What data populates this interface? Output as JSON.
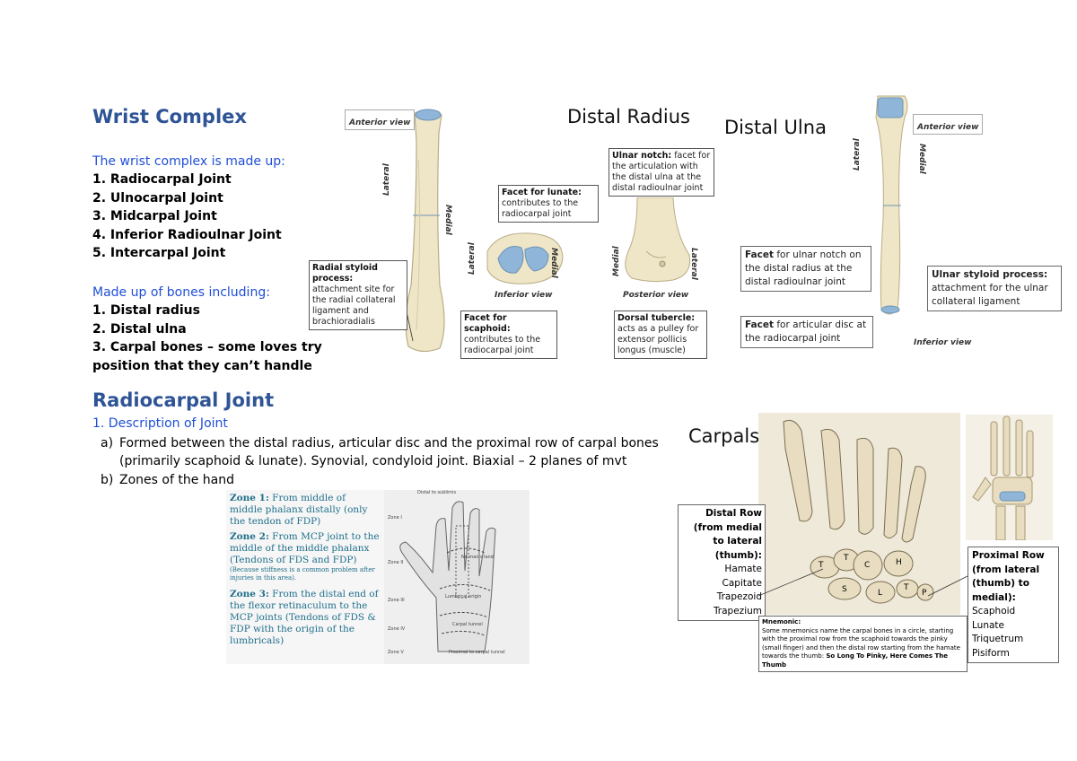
{
  "left": {
    "title": "Wrist Complex",
    "made_up_heading": "The wrist complex is made up:",
    "joints": [
      "1. Radiocarpal Joint",
      "2. Ulnocarpal Joint",
      "3. Midcarpal Joint",
      "4. Inferior Radioulnar Joint",
      "5. Intercarpal Joint"
    ],
    "bones_heading": "Made up of bones including:",
    "bones": [
      "1. Distal radius",
      "2. Distal ulna",
      "3. Carpal bones – some loves try",
      "position that they can’t handle"
    ]
  },
  "radius_fig": {
    "anterior_view": "Anterior view",
    "lateral": "Lateral",
    "medial": "Medial",
    "styloid_title": "Radial styloid process:",
    "styloid_text": "attachment site for the radial collateral ligament and brachioradialis"
  },
  "distal_radius": {
    "title": "Distal Radius",
    "lunate_title": "Facet for lunate:",
    "lunate_text": "contributes to the radiocarpal joint",
    "ulnar_notch_title": "Ulnar notch:",
    "ulnar_notch_text": "facet for the articulation with the distal ulna at the distal radioulnar joint",
    "scaphoid_title": "Facet for scaphoid:",
    "scaphoid_text": "contributes to the radiocarpal joint",
    "dorsal_title": "Dorsal tubercle:",
    "dorsal_text": "acts as a pulley for extensor pollicis longus (muscle)",
    "lateral": "Lateral",
    "medial": "Medial",
    "inferior_view": "Inferior view",
    "posterior_view": "Posterior view"
  },
  "distal_ulna": {
    "title": "Distal Ulna",
    "anterior_view": "Anterior view",
    "lateral": "Lateral",
    "medial": "Medial",
    "ulnar_notch_facet_b": "Facet",
    "ulnar_notch_facet_text": "for ulnar notch on the distal radius at the distal radioulnar joint",
    "styloid_title": "Ulnar styloid process:",
    "styloid_text": "attachment for the ulnar collateral ligament",
    "disc_facet_b": "Facet",
    "disc_facet_text": "for articular disc at the radiocarpal joint",
    "inferior_view": "Inferior view"
  },
  "radiocarpal": {
    "title": "Radiocarpal Joint",
    "subheading": "1. Description of Joint",
    "item_a_marker": "a)",
    "item_a_line1": "Formed between the distal radius, articular disc and the proximal row of carpal bones",
    "item_a_line2": "(primarily scaphoid & lunate). Synovial, condyloid joint. Biaxial – 2 planes of mvt",
    "item_b_marker": "b)",
    "item_b": "Zones of the hand"
  },
  "zones": {
    "zone1_b": "Zone 1:",
    "zone1": "From middle of middle phalanx distally (only the tendon of FDP)",
    "zone2_b": "Zone 2:",
    "zone2": "From MCP joint to the middle of the middle phalanx (Tendons of FDS and FDP)",
    "zone2_note": "(Because stiffness is a common problem after injuries in this area).",
    "zone3_b": "Zone 3:",
    "zone3": "From the distal end of the flexor retinaculum to the MCP joints (Tendons of FDS & FDP with the origin of the lumbricals)",
    "hand_labels": [
      "Distal to sublimis",
      "Zone I",
      "Zone II",
      "Zone III",
      "Zone IV",
      "Zone V",
      "Lumbrical origin",
      "Carpal tunnel",
      "Proximal to carpal tunnel",
      "No man's land"
    ]
  },
  "carpals": {
    "title": "Carpals",
    "distal_row_title": "Distal Row (from medial to lateral (thumb):",
    "distal_row": [
      "Hamate",
      "Capitate",
      "Trapezoid",
      "Trapezium"
    ],
    "proximal_row_title": "Proximal Row (from lateral (thumb) to medial):",
    "proximal_row": [
      "Scaphoid",
      "Lunate",
      "Triquetrum",
      "Pisiform"
    ],
    "mnemonic_title": "Mnemonic:",
    "mnemonic_text": "Some mnemonics name the carpal bones in a circle, starting with the proximal row from the scaphoid towards the pinky (small finger) and then the distal row starting from the hamate towards the thumb:",
    "mnemonic_phrase": "So Long To Pinky, Here Comes The Thumb",
    "bone_letters": [
      "T",
      "T",
      "C",
      "H",
      "S",
      "L",
      "T",
      "P"
    ]
  },
  "colors": {
    "heading": "#2f5496",
    "blue_text": "#1f4fd6",
    "zone_teal": "#1f6f8b",
    "bone": "#efe6c8",
    "cartilage": "#8fb6d8"
  }
}
